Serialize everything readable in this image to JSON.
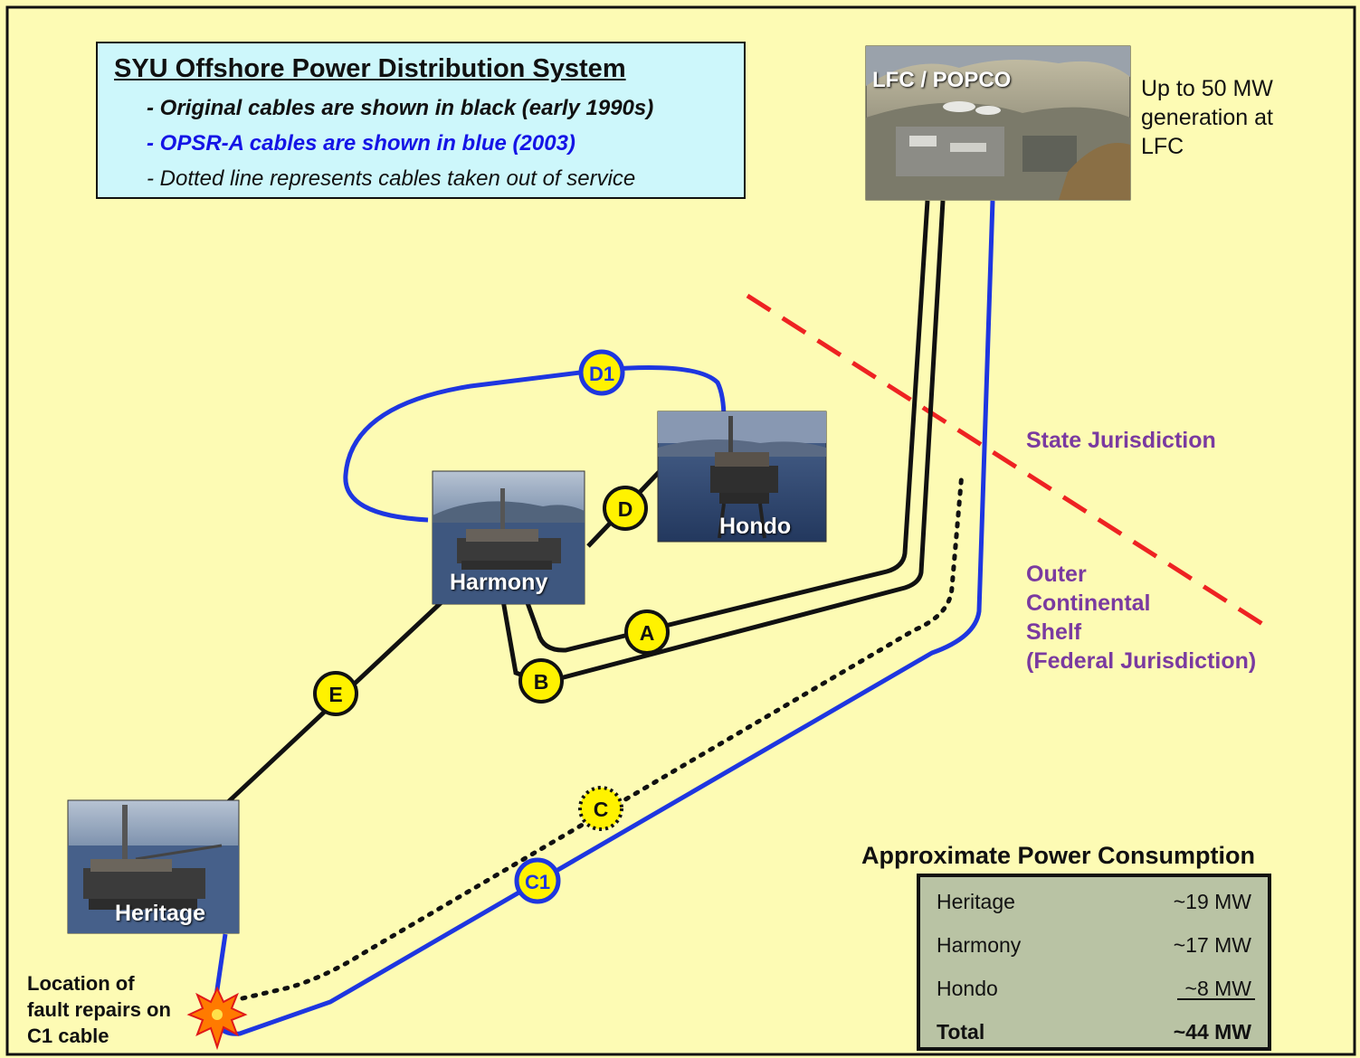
{
  "legend": {
    "title": "SYU Offshore Power Distribution System",
    "lines": [
      "- Original cables are shown in black (early 1990s)",
      "- OPSR-A cables are shown in blue (2003)",
      "- Dotted line represents cables taken out of service"
    ]
  },
  "facility": {
    "label": "LFC / POPCO",
    "generation_note": [
      "Up to 50 MW",
      "generation at",
      "LFC"
    ]
  },
  "platforms": {
    "harmony": "Harmony",
    "hondo": "Hondo",
    "heritage": "Heritage"
  },
  "cables": {
    "A": "A",
    "B": "B",
    "C": "C",
    "C1": "C1",
    "D": "D",
    "D1": "D1",
    "E": "E"
  },
  "jurisdiction": {
    "state": "State Jurisdiction",
    "ocs": [
      "Outer",
      "Continental",
      "Shelf",
      "(Federal Jurisdiction)"
    ]
  },
  "fault": {
    "lines": [
      "Location of",
      "fault repairs on",
      "C1 cable"
    ]
  },
  "power_consumption": {
    "title": "Approximate Power Consumption",
    "rows": [
      {
        "name": "Heritage",
        "value": "~19 MW"
      },
      {
        "name": "Harmony",
        "value": "~17 MW"
      },
      {
        "name": "Hondo",
        "value": "~8 MW"
      },
      {
        "name": "Total",
        "value": "~44 MW"
      }
    ]
  },
  "colors": {
    "background": "#fdfbb4",
    "original_cable": "#111111",
    "opsr_cable": "#1e36e0",
    "marker_fill": "#fff200",
    "boundary": "#ee2222",
    "jurisdiction_text": "#7a3aa0"
  }
}
